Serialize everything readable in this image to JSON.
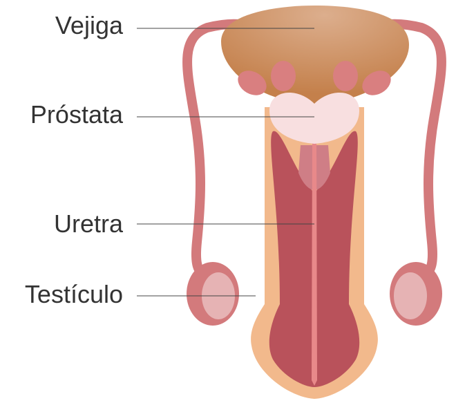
{
  "labels": {
    "bladder": "Vejiga",
    "prostate": "Próstata",
    "urethra": "Uretra",
    "testicle": "Testículo"
  },
  "colors": {
    "bladder": "#c98a58",
    "shaft": "#f2b98c",
    "corpora": "#b9525b",
    "urethra": "#e8898a",
    "prostate": "#f8dfe0",
    "tube": "#d37a7c",
    "testicle_inner": "#e6b3b4",
    "leader": "#333333"
  }
}
